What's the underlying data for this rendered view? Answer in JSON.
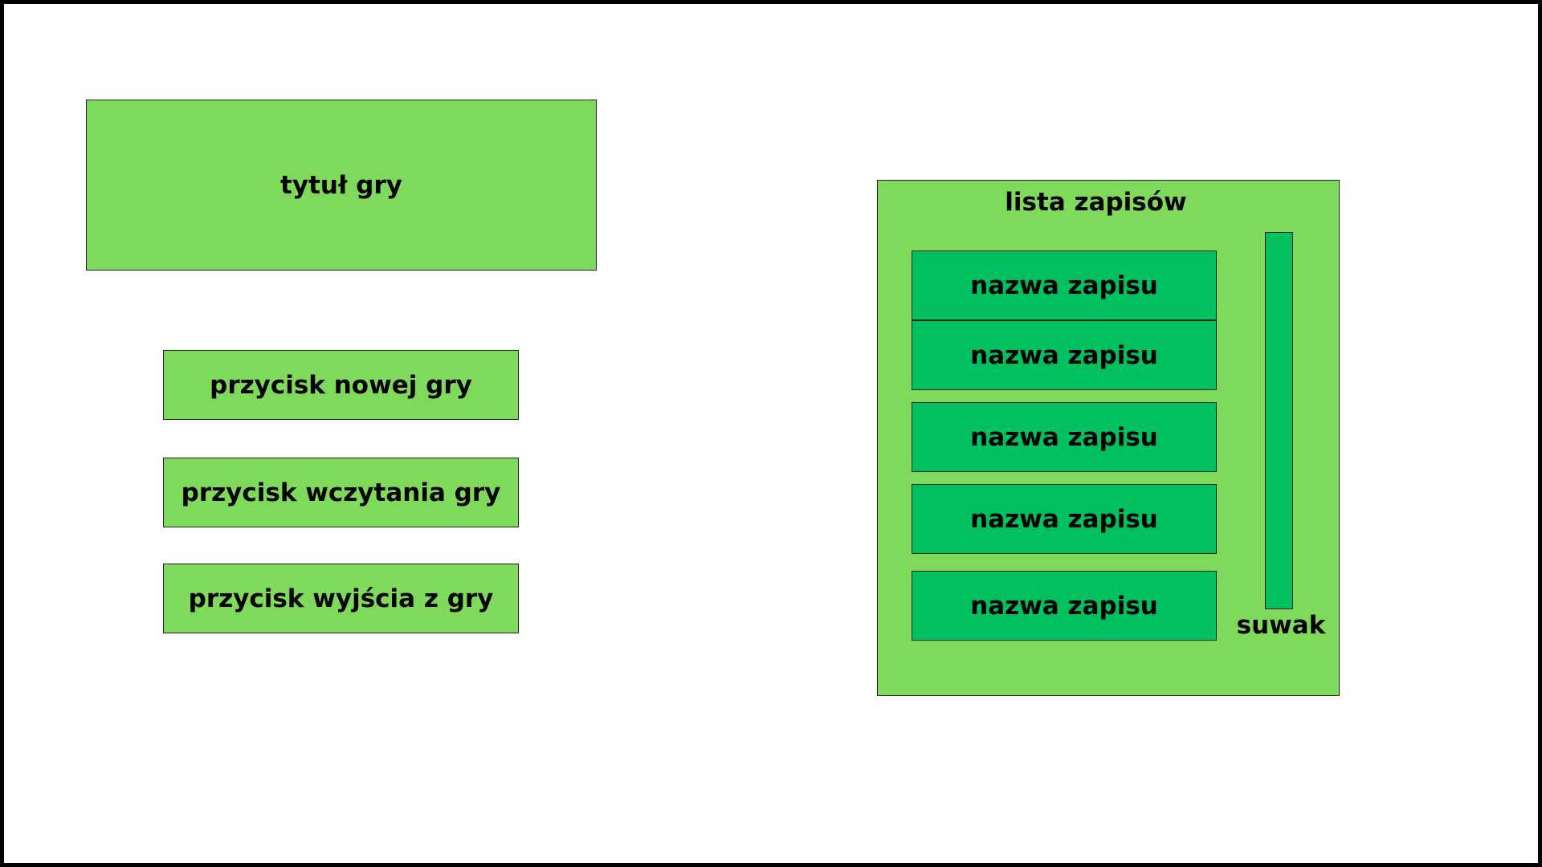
{
  "menu": {
    "title": "tytuł gry",
    "buttons": {
      "new_game": "przycisk nowej gry",
      "load_game": "przycisk wczytania gry",
      "exit_game": "przycisk wyjścia z gry"
    }
  },
  "save_list": {
    "title": "lista zapisów",
    "items": [
      {
        "label": "nazwa zapisu"
      },
      {
        "label": "nazwa zapisu"
      },
      {
        "label": "nazwa zapisu"
      },
      {
        "label": "nazwa zapisu"
      },
      {
        "label": "nazwa zapisu"
      }
    ],
    "slider_label": "suwak"
  },
  "colors": {
    "light_green": "#7fda5b",
    "dark_green": "#00bf5f",
    "frame": "#000000"
  }
}
